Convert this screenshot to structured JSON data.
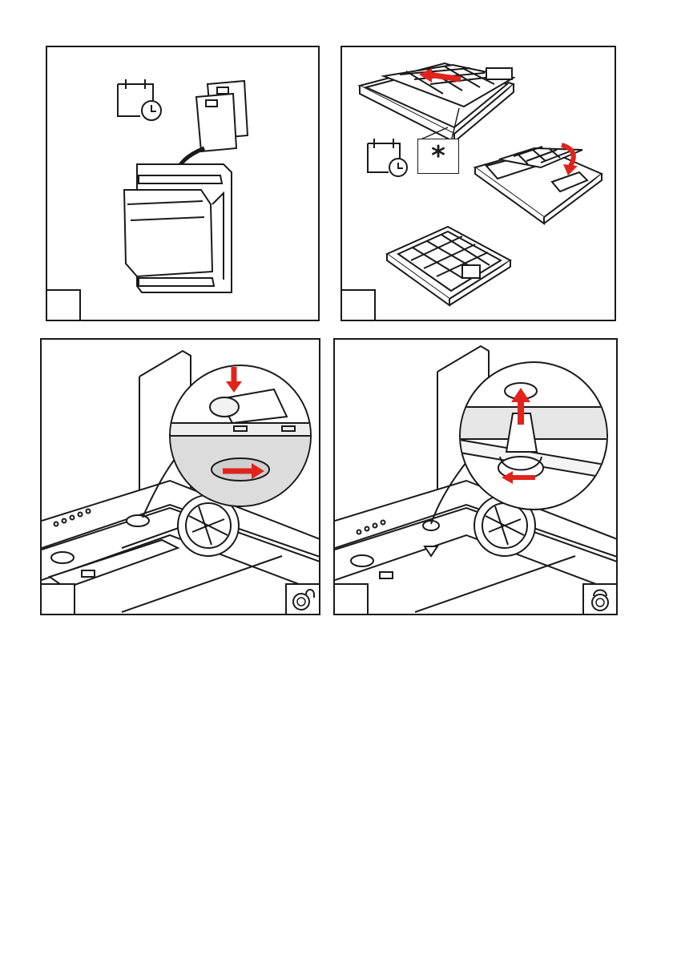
{
  "panels": [
    {
      "id": "dishwasher-filter",
      "icons": [
        "calendar-clock-icon",
        "dishwasher-icon",
        "grease-filter-icon",
        "curved-arrow-icon"
      ]
    },
    {
      "id": "carbon-filter",
      "icons": [
        "calendar-clock-icon",
        "carbon-filter-icon",
        "red-arrow-icon"
      ],
      "note": "*"
    },
    {
      "id": "lamp-remove",
      "icons": [
        "cooker-hood-icon",
        "lamp-icon",
        "red-arrow-icon",
        "unlock-icon"
      ]
    },
    {
      "id": "lamp-install",
      "icons": [
        "cooker-hood-icon",
        "lamp-icon",
        "red-arrow-icon",
        "lock-icon"
      ]
    }
  ],
  "colors": {
    "line": "#1a1a1a",
    "arrow": "#e0241b",
    "gray": "#cfcfcf"
  }
}
